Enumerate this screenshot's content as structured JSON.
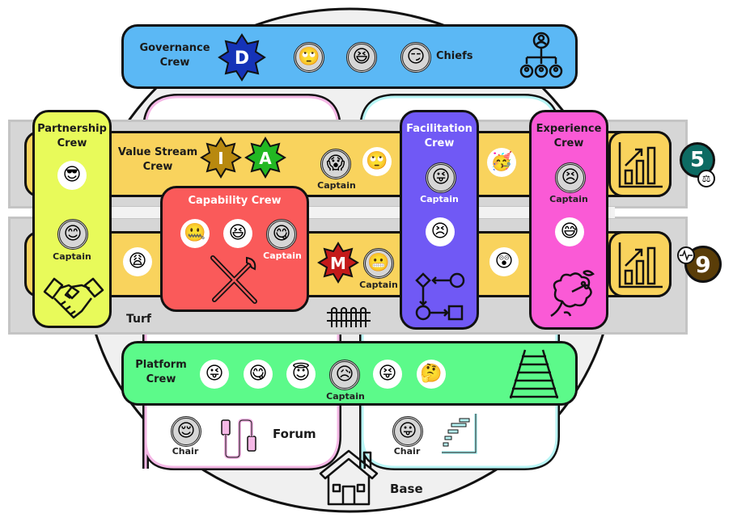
{
  "governance": {
    "title": "Governance Crew",
    "badge": "D",
    "badge_color": "#1533b8",
    "chiefs_label": "Chiefs",
    "members": [
      "🙄",
      "😆",
      "😏"
    ],
    "color": "#5bb8f5"
  },
  "value_stream": {
    "title": "Value Stream Crew",
    "badges": [
      {
        "letter": "I",
        "color": "#b8890f"
      },
      {
        "letter": "A",
        "color": "#22b822"
      }
    ],
    "captain_label": "Captain",
    "captain": "😱",
    "member": "🙄",
    "color": "#f9d35d",
    "metric_number": "5",
    "metric_color": "#0d6b63"
  },
  "second_stream": {
    "member_left": "😩",
    "badge": {
      "letter": "M",
      "color": "#c41a1a"
    },
    "captain": "😬",
    "captain_label": "Captain",
    "member_right": "😲",
    "metric_number": "9",
    "metric_color": "#5a3d08"
  },
  "partnership": {
    "title": "Partnership Crew",
    "member": "😎",
    "captain": "😊",
    "captain_label": "Captain",
    "color": "#e8fa5a"
  },
  "capability": {
    "title": "Capability Crew",
    "members": [
      "🤐",
      "😆"
    ],
    "captain": "😋",
    "captain_label": "Captain",
    "color": "#fa5a5a"
  },
  "facilitation": {
    "title": "Facilitation Crew",
    "captain": "😜",
    "captain_label": "Captain",
    "member": "😣",
    "color": "#7059f5"
  },
  "between_member": "🥳",
  "experience": {
    "title": "Experience Crew",
    "captain": "😣",
    "captain_label": "Captain",
    "member": "😅",
    "color": "#fa5ad6"
  },
  "turf_label": "Turf",
  "platform": {
    "title": "Platform Crew",
    "members": [
      "😜",
      "😋",
      "😇",
      "😥",
      "😝",
      "🤔"
    ],
    "captain_index": 3,
    "captain_label": "Captain",
    "color": "#5cfa8a"
  },
  "forum": {
    "label": "Forum",
    "chair": "😌",
    "chair_label": "Chair",
    "accent": "#f5b8e6"
  },
  "community": {
    "chair": "😛",
    "chair_label": "Chair",
    "accent": "#b8f5f5"
  },
  "base_label": "Base",
  "icons": {
    "org_chart": "org-chart-icon",
    "handshake": "handshake-icon",
    "tools": "tools-icon",
    "flow": "flow-icon",
    "flower": "flower-icon",
    "rail": "rail-track-icon",
    "fence": "fence-icon",
    "cable": "cable-icon",
    "stairs": "stairs-icon",
    "house": "house-icon",
    "chart": "growth-chart-icon",
    "scales": "scales-icon",
    "pulse": "pulse-icon"
  }
}
